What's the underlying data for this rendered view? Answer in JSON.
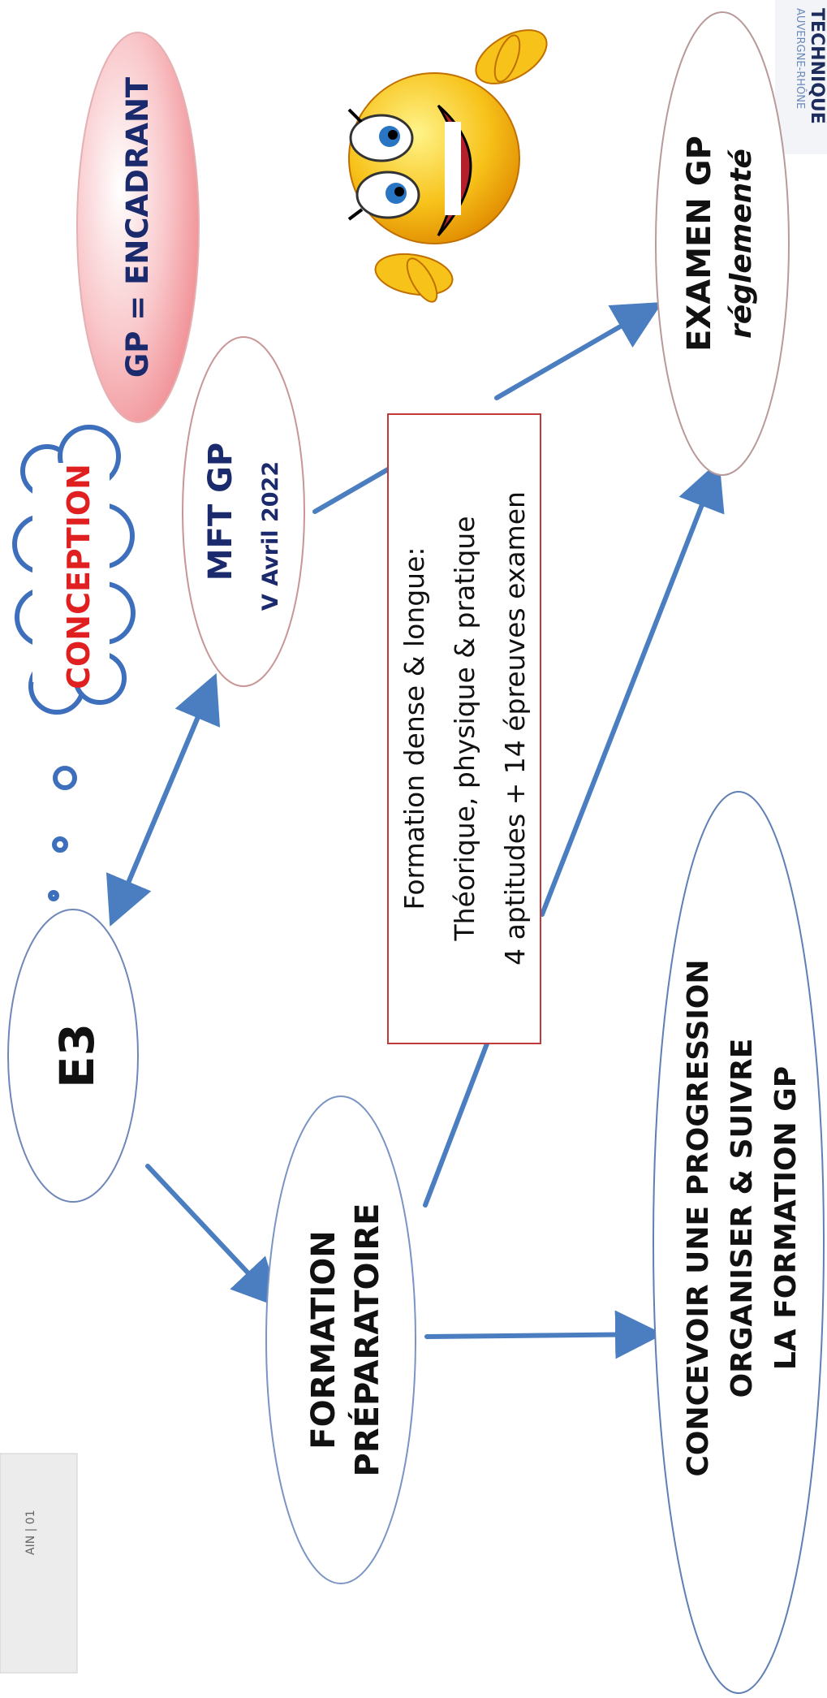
{
  "corner_top_right": {
    "line1": "TECHNIQUE",
    "line2": "AUVERGNE-RHÔNE"
  },
  "corner_bottom_left": {
    "text": "AIN | 01"
  },
  "nodes": {
    "encadrant": "GP = ENCADRANT",
    "conception": "CONCEPTION",
    "mft_title": "MFT GP",
    "mft_date": "V Avril 2022",
    "e3": "E3",
    "formation_prep_line1": "FORMATION",
    "formation_prep_line2": "PRÉPARATOIRE",
    "examen_line1": "EXAMEN GP",
    "examen_line2": "réglementé",
    "concevoir_line1": "CONCEVOIR UNE PROGRESSION",
    "concevoir_line2": "ORGANISER & SUIVRE",
    "concevoir_line3": "LA FORMATION GP",
    "info_line1": "Formation dense & longue:",
    "info_line2": "Théorique, physique & pratique",
    "info_line3": "4 aptitudes + 14 épreuves examen"
  },
  "colors": {
    "arrow": "#4a7ec0",
    "title_navy": "#1a2a6c",
    "conception_red": "#e02020",
    "cloud_stroke": "#3d6fbd",
    "pink_fill": "#f6a9ad",
    "box_border": "#c0393b"
  },
  "icons": [
    "emoji-face-icon"
  ]
}
